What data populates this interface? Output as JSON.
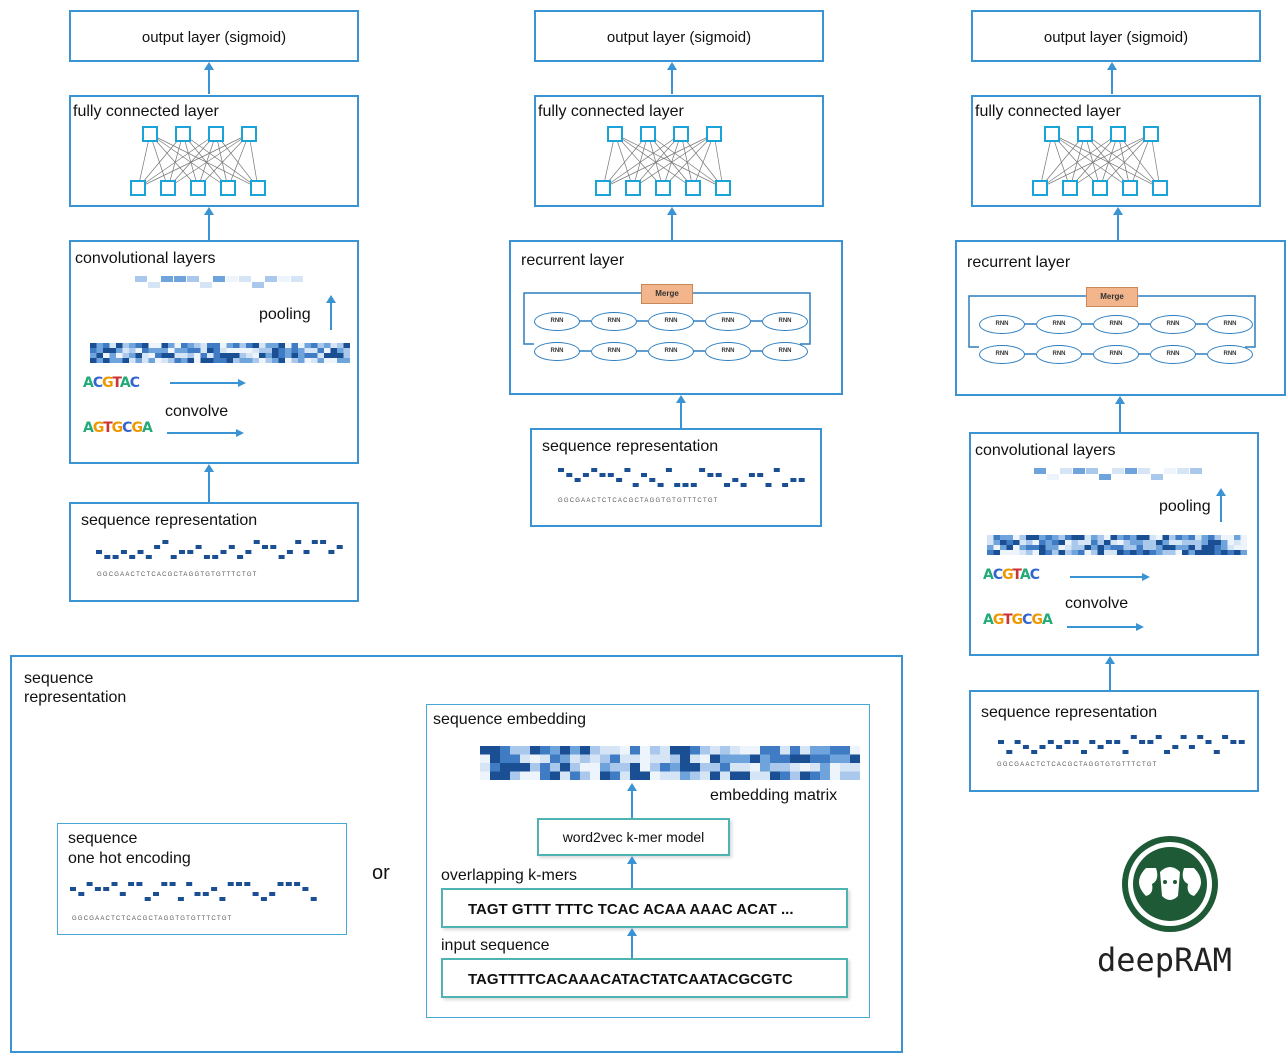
{
  "output_layer_label": "output layer (sigmoid)",
  "fully_connected_label": "fully connected layer",
  "convolutional_label": "convolutional layers",
  "recurrent_label": "recurrent layer",
  "pooling_label": "pooling",
  "convolve_label": "convolve",
  "sequence_representation_label": "sequence representation",
  "sequence_representation_panel_title": "sequence\nrepresentation",
  "one_hot_title": "sequence\none hot encoding",
  "or_label": "or",
  "embedding_title": "sequence embedding",
  "embedding_matrix_label": "embedding matrix",
  "word2vec_label": "word2vec k-mer model",
  "overlapping_kmers_label": "overlapping k-mers",
  "kmers_text": "TAGT GTTT TTTC TCAC ACAA AAAC ACAT ...",
  "input_sequence_label": "input sequence",
  "input_sequence_text": "TAGTTTTCACAAACATACTATCAATACGCGTC",
  "merge_label": "Merge",
  "rnn_label": "RNN",
  "nucleotide_string": "GGCGAACTCTCACGCTAGGTGTGTTTCTGT",
  "brand_name": "deepRAM",
  "colors": {
    "box_border": "#3a93d2",
    "node": "#19a3d8",
    "merge": "#f3b58b",
    "teal": "#4fb3b1",
    "heat_dark": "#1b4f93"
  }
}
